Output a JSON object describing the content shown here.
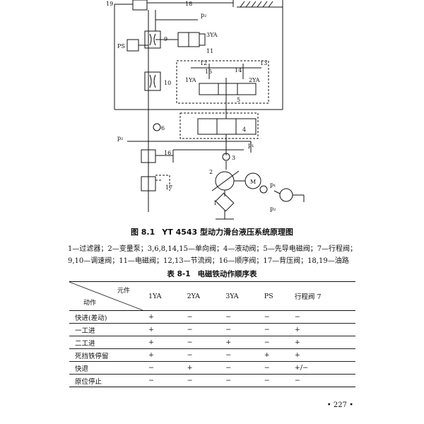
{
  "diagram": {
    "labels": {
      "n1": "1",
      "n2": "2",
      "n3": "3",
      "n4": "4",
      "n5": "5",
      "n6": "6",
      "n9": "9",
      "n10": "10",
      "n11": "11",
      "n12": "12",
      "n13": "13",
      "n14": "14",
      "n15": "15",
      "n16": "16",
      "n17": "17",
      "n18": "18",
      "n19": "19",
      "ya1": "1YA",
      "ya2": "2YA",
      "ya3": "3YA",
      "ps": "PS",
      "p1": "p₁",
      "p2a": "p₂",
      "p2b": "p₂",
      "p2c": "p₂",
      "p1b": "p₁",
      "motor": "M"
    }
  },
  "figure": {
    "number": "图 8.1",
    "title": "YT 4543 型动力滑台液压系统原理图"
  },
  "legend": {
    "line1": "1—过滤器；2—变量泵；3,6,8,14,15—单向阀；4—液动阀；5—先导电磁阀；7—行程阀；",
    "line2": "9,10—调速阀；11—电磁阀；12,13—节流阀；16—顺序阀；17—背压阀；18,19—油路"
  },
  "table": {
    "number": "表 8-1",
    "title": "电磁铁动作顺序表",
    "corner_top": "元件",
    "corner_bottom": "动作",
    "columns": [
      "1YA",
      "2YA",
      "3YA",
      "PS",
      "行程阀 7"
    ],
    "rows": [
      {
        "label": "快进(差动)",
        "cells": [
          "+",
          "−",
          "−",
          "−",
          "−"
        ]
      },
      {
        "label": "一工进",
        "cells": [
          "+",
          "−",
          "−",
          "−",
          "+"
        ]
      },
      {
        "label": "二工进",
        "cells": [
          "+",
          "−",
          "+",
          "−",
          "+"
        ]
      },
      {
        "label": "死挡铁停留",
        "cells": [
          "+",
          "−",
          "−",
          "+",
          "+"
        ]
      },
      {
        "label": "快退",
        "cells": [
          "−",
          "+",
          "−",
          "−",
          "+/−"
        ]
      },
      {
        "label": "原位停止",
        "cells": [
          "−",
          "−",
          "−",
          "−",
          "−"
        ]
      }
    ]
  },
  "page": {
    "number": "• 227 •"
  }
}
